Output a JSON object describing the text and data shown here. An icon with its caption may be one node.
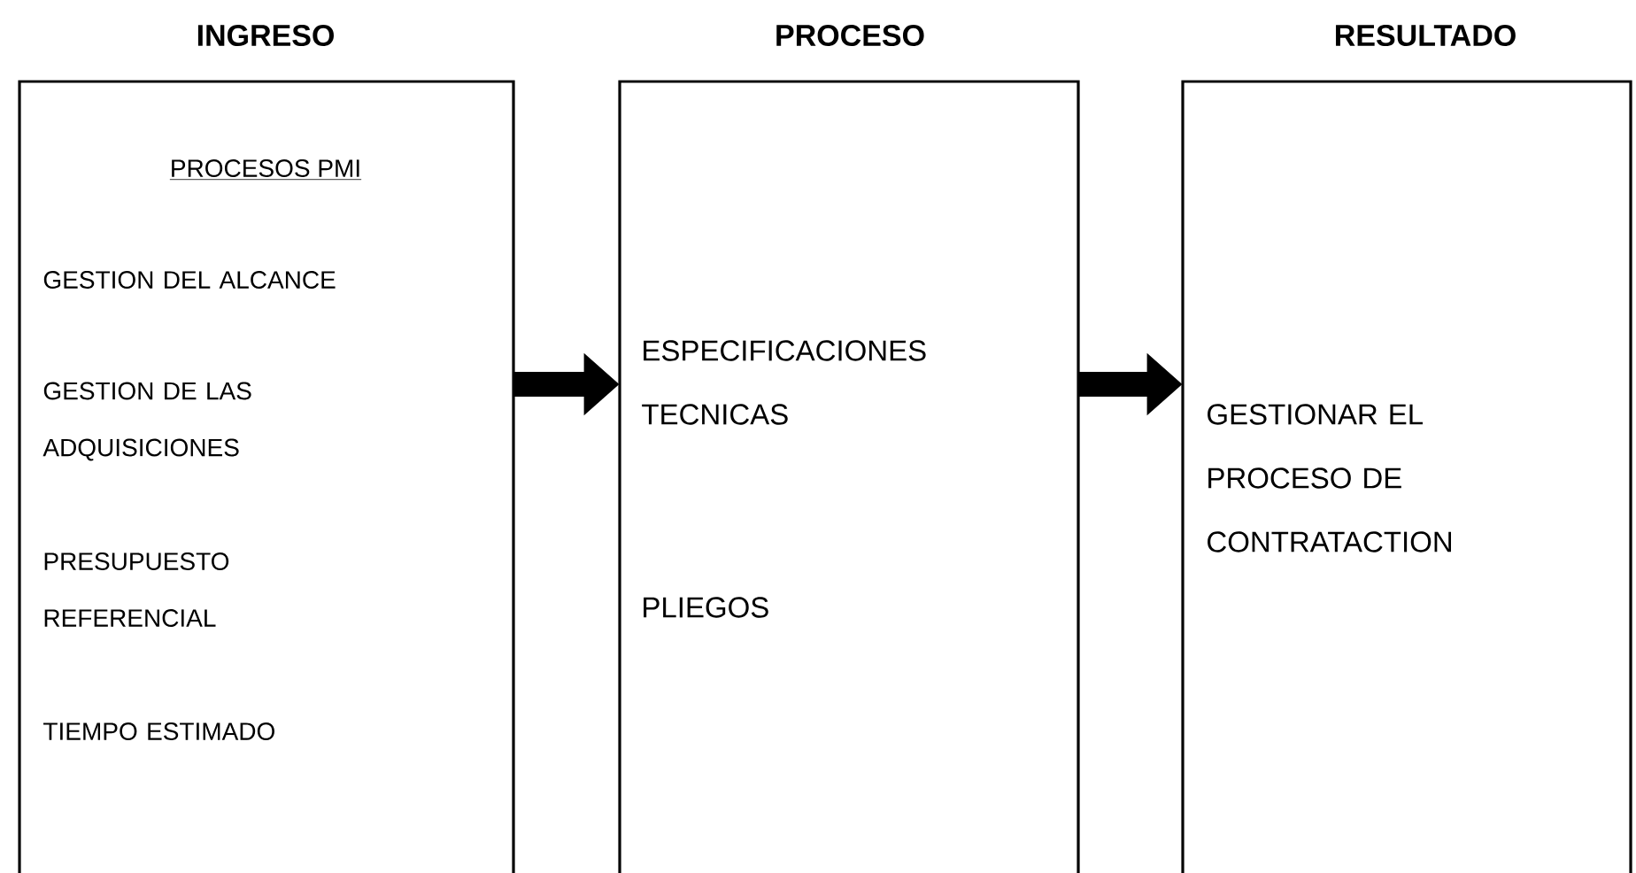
{
  "diagram": {
    "nodes": [
      {
        "text": [
          "INGRESO",
          "PROCESOS PMI",
          "GESTION DEL ALCANCE",
          "GESTION DE LAS ADQUISICIONES",
          "PRESUPUESTO REFERENCIAL",
          "TIEMPO ESTIMADO"
        ]
      },
      {
        "text": [
          "PROCESO",
          "ESPECIFICACIONES TECNICAS",
          "PLIEGOS"
        ]
      },
      {
        "text": [
          "RESULTADO",
          "GESTIONAR EL PROCESO DE CONTRATACTION"
        ]
      }
    ],
    "edges": [
      {
        "from": 0,
        "to": 1,
        "arrow": "to"
      },
      {
        "from": 1,
        "to": 2,
        "arrow": "to"
      }
    ]
  }
}
